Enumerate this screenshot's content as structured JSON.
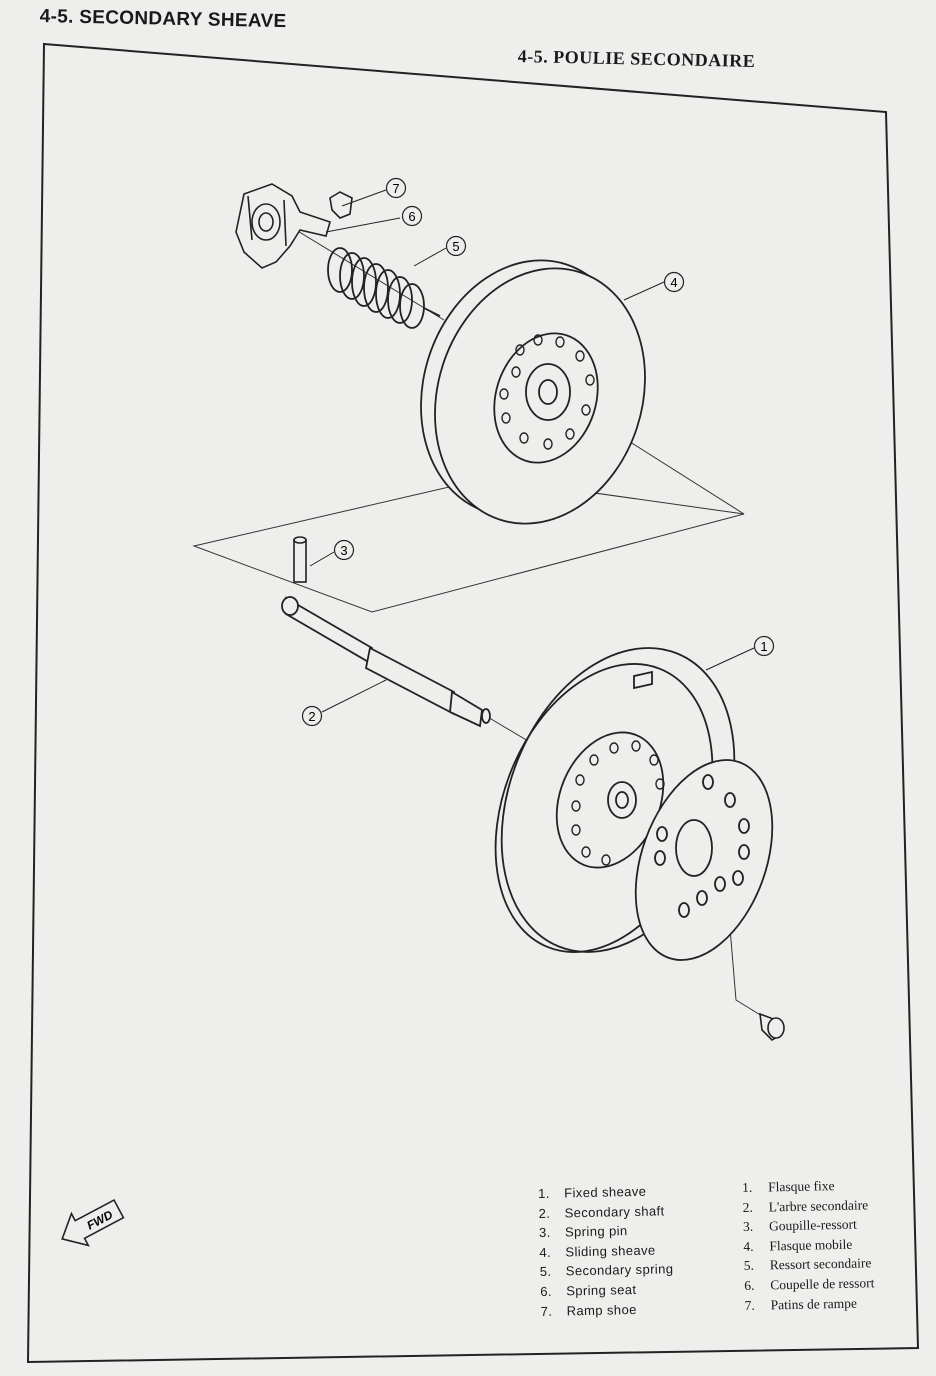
{
  "header": {
    "title_en": "4-5. SECONDARY SHEAVE",
    "title_fr": "4-5. POULIE SECONDAIRE"
  },
  "callouts": [
    "1",
    "2",
    "3",
    "4",
    "5",
    "6",
    "7"
  ],
  "fwd_label": "FWD",
  "legend_en": [
    {
      "num": "1.",
      "label": "Fixed sheave"
    },
    {
      "num": "2.",
      "label": "Secondary shaft"
    },
    {
      "num": "3.",
      "label": "Spring pin"
    },
    {
      "num": "4.",
      "label": "Sliding sheave"
    },
    {
      "num": "5.",
      "label": "Secondary spring"
    },
    {
      "num": "6.",
      "label": "Spring seat"
    },
    {
      "num": "7.",
      "label": "Ramp shoe"
    }
  ],
  "legend_fr": [
    {
      "num": "1.",
      "label": "Flasque fixe"
    },
    {
      "num": "2.",
      "label": "L'arbre secondaire"
    },
    {
      "num": "3.",
      "label": "Goupille-ressort"
    },
    {
      "num": "4.",
      "label": "Flasque mobile"
    },
    {
      "num": "5.",
      "label": "Ressort secondaire"
    },
    {
      "num": "6.",
      "label": "Coupelle de ressort"
    },
    {
      "num": "7.",
      "label": "Patins de rampe"
    }
  ]
}
